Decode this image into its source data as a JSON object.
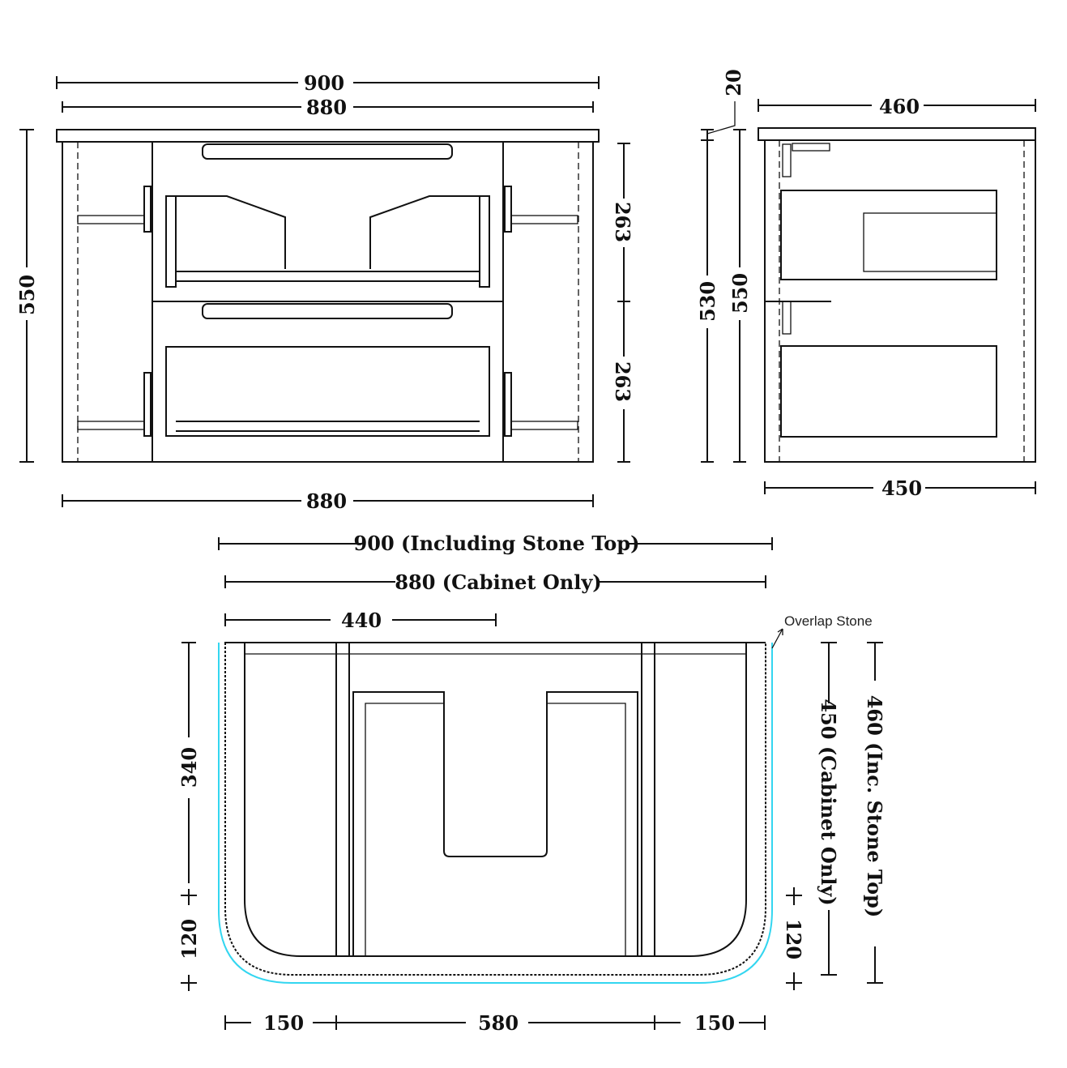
{
  "front_view": {
    "overall_width": "900",
    "cabinet_width": "880",
    "height": "550",
    "drawer_upper": "263",
    "drawer_lower": "263",
    "bottom_width": "880"
  },
  "side_view": {
    "stone_depth": "460",
    "stone_thickness": "20",
    "cabinet_height": "530",
    "overall_height": "550",
    "cabinet_depth": "450"
  },
  "plan_view": {
    "width_with_stone": "900 (Including Stone Top)",
    "width_cabinet": "880 (Cabinet Only)",
    "half_width": "440",
    "depth_straight": "340",
    "corner_radius_left": "120",
    "corner_radius_right": "120",
    "depth_cabinet": "450 (Cabinet Only)",
    "depth_stone": "460 (Inc. Stone Top)",
    "left_section": "150",
    "center_section": "580",
    "right_section": "150",
    "overlap_label": "Overlap Stone"
  },
  "colors": {
    "line": "#111111",
    "stone_outline": "#33d6f0"
  }
}
